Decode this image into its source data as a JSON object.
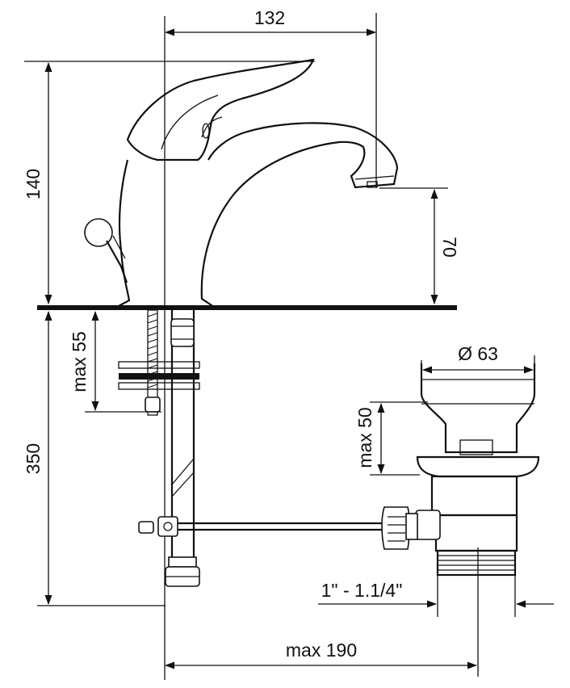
{
  "drawing": {
    "dimensions": {
      "spout_reach": "132",
      "total_height": "140",
      "spout_height": "70",
      "deck_thickness_max": "max 55",
      "below_deck_length": "350",
      "waste_diameter": "Ø 63",
      "plug_lift_max": "max 50",
      "waste_thread": "1\" - 1.1/4\"",
      "rod_reach_max": "max 190"
    },
    "colors": {
      "line": "#111111",
      "background": "#ffffff"
    }
  }
}
